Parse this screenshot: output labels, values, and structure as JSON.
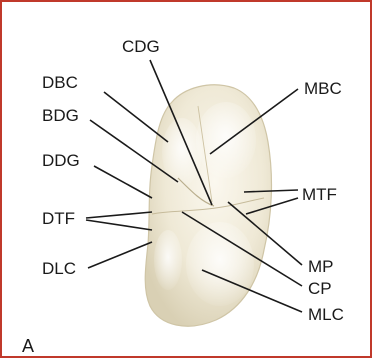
{
  "panel_label": "A",
  "labels": {
    "cdg": "CDG",
    "dbc": "DBC",
    "mbc": "MBC",
    "bdg": "BDG",
    "ddg": "DDG",
    "mtf": "MTF",
    "dtf": "DTF",
    "dlc": "DLC",
    "mp": "MP",
    "cp": "CP",
    "mlc": "MLC"
  },
  "colors": {
    "border": "#c0392b",
    "tooth_fill": "#efeadb",
    "tooth_shadow": "#d8d0b8",
    "text": "#1a1a1a"
  }
}
